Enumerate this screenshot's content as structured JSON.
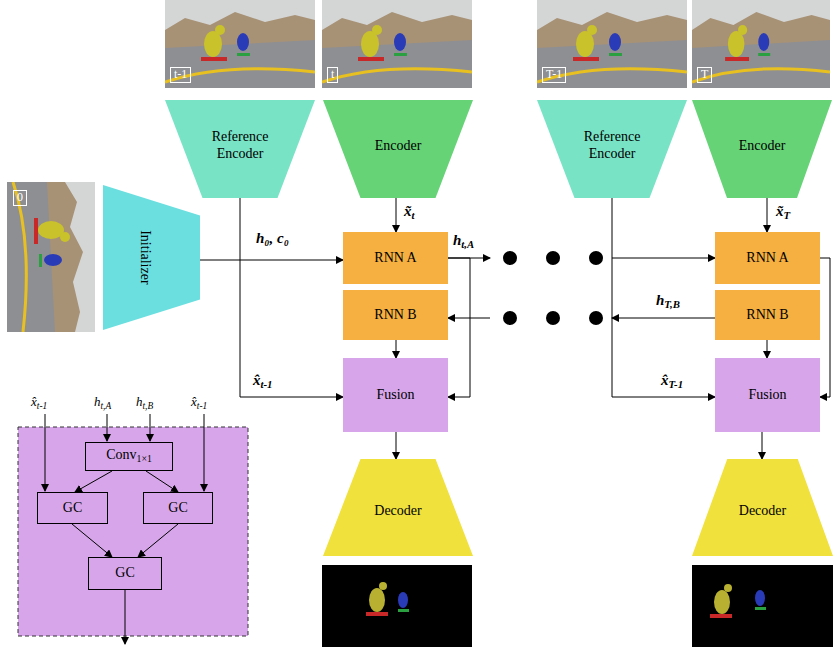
{
  "diagram": {
    "nodes": [
      {
        "text": [
          "t-1"
        ]
      },
      {
        "text": [
          "t"
        ]
      },
      {
        "text": [
          "T-1"
        ]
      },
      {
        "text": [
          "T"
        ]
      },
      {
        "text": [
          "Reference Encoder"
        ]
      },
      {
        "text": [
          "Encoder"
        ]
      },
      {
        "text": [
          "Reference Encoder"
        ]
      },
      {
        "text": [
          "Encoder"
        ]
      },
      {
        "text": [
          "0"
        ]
      },
      {
        "text": [
          "Initializer"
        ]
      },
      {
        "text": [
          "RNN A"
        ]
      },
      {
        "text": [
          "RNN B"
        ]
      },
      {
        "text": [
          "Fusion"
        ]
      },
      {
        "text": [
          "RNN A"
        ]
      },
      {
        "text": [
          "RNN B"
        ]
      },
      {
        "text": [
          "Fusion"
        ]
      },
      {
        "text": [
          "Decoder"
        ]
      },
      {
        "text": [
          "Decoder"
        ]
      },
      {
        "text": [
          "Conv",
          "1×1"
        ]
      },
      {
        "text": [
          "GC"
        ]
      },
      {
        "text": [
          "GC"
        ]
      },
      {
        "text": [
          "GC"
        ]
      }
    ],
    "edges": [
      {
        "from": 5,
        "to": 10,
        "arrow": "to"
      },
      {
        "from": 7,
        "to": 13,
        "arrow": "to"
      },
      {
        "from": 9,
        "to": 10,
        "arrow": "to"
      },
      {
        "from": 4,
        "to": 12,
        "arrow": "to"
      },
      {
        "from": 6,
        "to": 15,
        "arrow": "to"
      },
      {
        "from": 10,
        "to": 13,
        "arrow": "to"
      },
      {
        "from": 14,
        "to": 11,
        "arrow": "to"
      },
      {
        "from": 10,
        "to": 12,
        "arrow": "to"
      },
      {
        "from": 13,
        "to": 15,
        "arrow": "to"
      },
      {
        "from": 11,
        "to": 12,
        "arrow": "to"
      },
      {
        "from": 14,
        "to": 15,
        "arrow": "to"
      },
      {
        "from": 12,
        "to": 16,
        "arrow": "to"
      },
      {
        "from": 15,
        "to": 17,
        "arrow": "to"
      },
      {
        "from": 18,
        "to": 19,
        "arrow": "to"
      },
      {
        "from": 18,
        "to": 20,
        "arrow": "to"
      },
      {
        "from": 19,
        "to": 21,
        "arrow": "to"
      },
      {
        "from": 20,
        "to": 21,
        "arrow": "to"
      }
    ],
    "labels": [
      "h₀, c₀",
      "h",
      "t,A",
      "x̃",
      "t",
      "x̂",
      "t-1",
      "h",
      "T,B",
      "x̃",
      "T",
      "x̂",
      "T-1",
      "x̂",
      "t-1",
      "h",
      "t,A",
      "h",
      "t,B",
      "x̂",
      "t-1"
    ]
  }
}
